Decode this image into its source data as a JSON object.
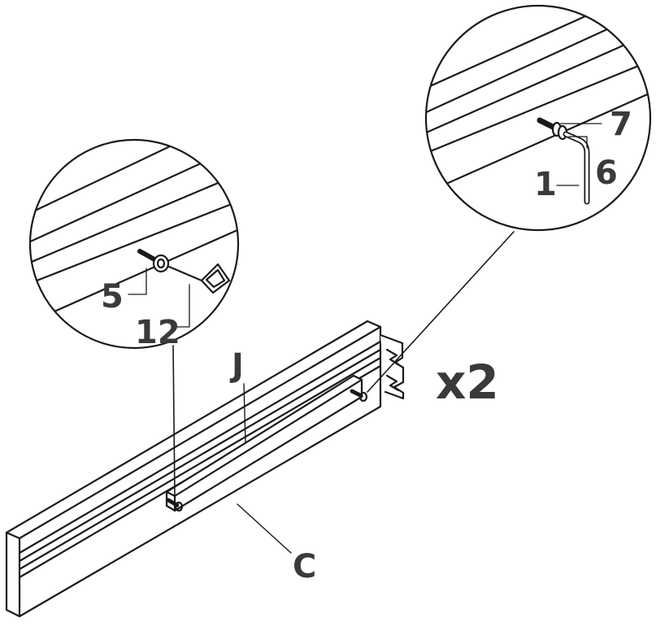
{
  "diagram": {
    "multiplier_label": "x2",
    "part_labels": {
      "panel_j": "J",
      "panel_c": "C",
      "bolt_5": "5",
      "key_12": "12",
      "washer_7": "7",
      "washer_6": "6",
      "wrench_1": "1"
    },
    "colors": {
      "stroke": "#1a1a1a",
      "label": "#3a3a3a",
      "background": "#ffffff"
    }
  }
}
